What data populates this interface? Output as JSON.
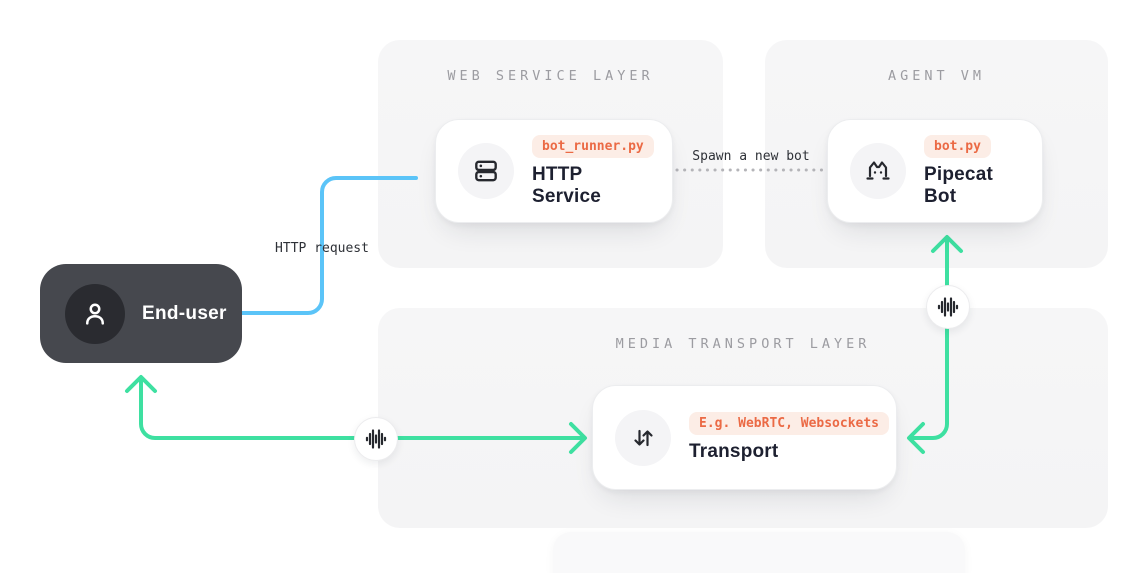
{
  "colors": {
    "accent_blue": "#5BC4F8",
    "accent_green": "#3EE0A1",
    "badge_text": "#EB6A45",
    "badge_bg": "#FCEDE6",
    "panel_bg": "#F5F5F6",
    "panel_title": "#9C9CA1",
    "card_bg": "#FFFFFF",
    "card_title": "#1D2030",
    "dark_box": "#46484E",
    "dark_circle": "#2A2B30",
    "icon_dark": "#26282E",
    "dotted": "#B4B4B8",
    "label_text": "#2E3137",
    "page_bg": "#FFFFFF"
  },
  "panels": {
    "web_service": {
      "title": "WEB SERVICE LAYER",
      "card": {
        "badge": "bot_runner.py",
        "title": "HTTP Service",
        "icon": "server-icon"
      }
    },
    "agent_vm": {
      "title": "AGENT VM",
      "card": {
        "badge": "bot.py",
        "title": "Pipecat Bot",
        "icon": "pipecat-cat-icon"
      }
    },
    "media_transport": {
      "title": "MEDIA TRANSPORT LAYER",
      "card": {
        "badge": "E.g. WebRTC, Websockets",
        "title": "Transport",
        "icon": "updown-arrows-icon"
      }
    }
  },
  "end_user": {
    "label": "End-user",
    "icon": "person-icon"
  },
  "connectors": {
    "http_request": {
      "label": "HTTP request",
      "style": "solid",
      "color": "#5BC4F8",
      "from": "End-user",
      "to": "HTTP Service"
    },
    "spawn_bot": {
      "label": "Spawn a new bot",
      "style": "dotted",
      "color": "#B4B4B8",
      "from": "HTTP Service",
      "to": "Pipecat Bot"
    },
    "user_transport": {
      "style": "solid",
      "color": "#3EE0A1",
      "icon": "waveform-icon",
      "from": "Transport",
      "to": "End-user",
      "bidirectional": true
    },
    "bot_transport": {
      "style": "solid",
      "color": "#3EE0A1",
      "icon": "waveform-icon",
      "from": "Transport",
      "to": "Pipecat Bot",
      "bidirectional": true
    }
  }
}
